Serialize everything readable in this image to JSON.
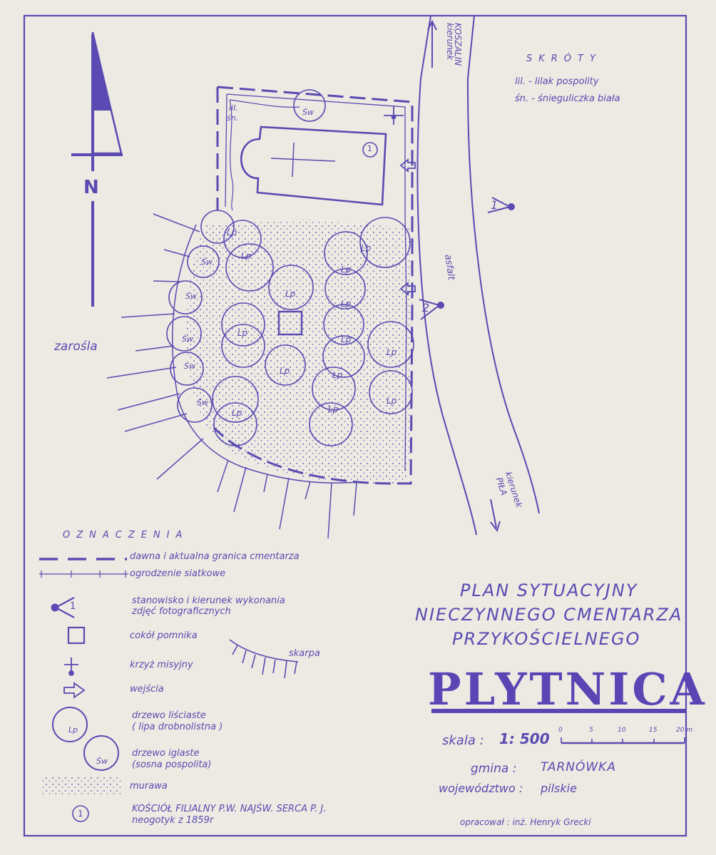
{
  "sheet": {
    "ink_color": "#5a4ab2",
    "paper_color": "#eceae2"
  },
  "compass": {
    "letter": "N"
  },
  "directions": {
    "north": {
      "word": "kierunek",
      "place": "KOSZALIN"
    },
    "south": {
      "word": "kierunek",
      "place": "PIŁA"
    }
  },
  "abbreviations": {
    "heading": "SKRÓTY",
    "items": [
      "lil. - lilak pospolity",
      "śn. - śnieguliczka biała"
    ]
  },
  "map_labels": {
    "road": "asfalt",
    "thicket": "zarośla",
    "linden": "Lp",
    "pine": "Św",
    "lilac": "lil.",
    "snowberry": "śn.",
    "church_no": "1",
    "station_1": "1",
    "station_2": "2"
  },
  "legend": {
    "heading": "OZNACZENIA",
    "boundary": "dawna i aktualna granica cmentarza",
    "fence": "ogrodzenie siatkowe",
    "photo_line1": "stanowisko i kierunek wykonania",
    "photo_line2": "zdjęć fotograficznych",
    "photo_no": "1",
    "plinth": "cokół pomnika",
    "cross": "krzyż misyjny",
    "entrance": "wejścia",
    "scarp": "skarpa",
    "deciduous_line1": "drzewo liściaste",
    "deciduous_line2": "( lipa  drobnolistna )",
    "deciduous_code": "Lp",
    "conifer_line1": "drzewo iglaste",
    "conifer_line2": "(sosna pospolita)",
    "conifer_code": "Św",
    "lawn": "murawa",
    "church_no": "1",
    "church_line1": "KOŚCIÓŁ  FILIALNY  P.W. NAJŚW. SERCA  P. J.",
    "church_line2": "neogotyk  z  1859r"
  },
  "title": {
    "line1": "PLAN  SYTUACYJNY",
    "line2": "NIECZYNNEGO  CMENTARZA",
    "line3": "PRZYKOŚCIELNEGO",
    "place": "PLYTNICA"
  },
  "scale": {
    "label": "skala :",
    "value": "1: 500",
    "ticks": [
      "0",
      "5",
      "10",
      "15",
      "20 m"
    ]
  },
  "admin": {
    "gmina_label": "gmina :",
    "gmina": "TARNÓWKA",
    "voivodeship_label": "województwo :",
    "voivodeship": "pilskie"
  },
  "author": "opracował : inż. Henryk Grecki"
}
